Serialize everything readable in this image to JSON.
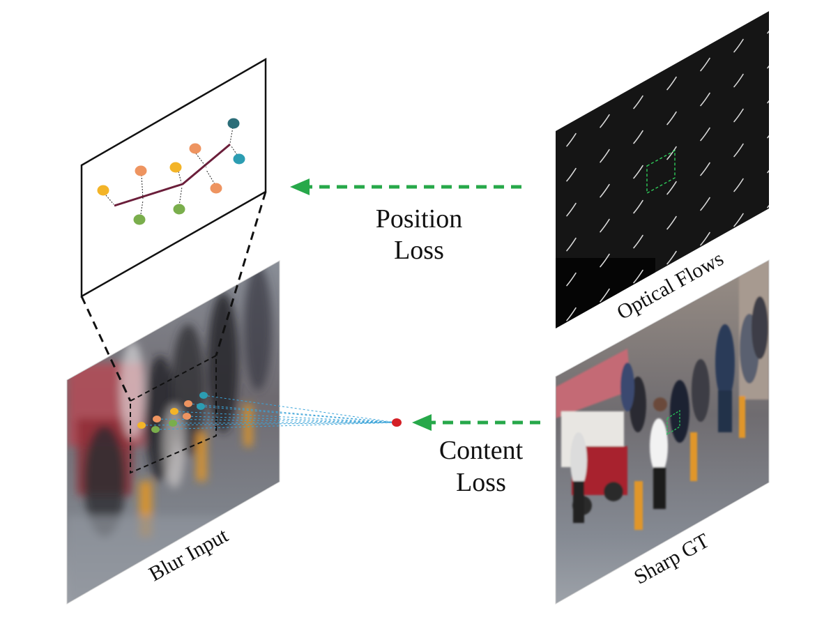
{
  "diagram": {
    "labels": {
      "position_loss": [
        "Position",
        "Loss"
      ],
      "content_loss": [
        "Content",
        "Loss"
      ],
      "optical_flows": "Optical Flows",
      "blur_input": "Blur Input",
      "sharp_gt": "Sharp GT"
    },
    "colors": {
      "arrow": "#27a84a",
      "trajectory": "#6b1e3a",
      "orange_dot": "#ee9460",
      "yellow_dot": "#f3b428",
      "green_dot": "#7aae4c",
      "teal_dot": "#2c9db2",
      "dark_teal_dot": "#2b6d78",
      "red_dot": "#d42027",
      "flow_bg": "#151515",
      "flow_line": "#d8d8d8",
      "sampling_lines": "#3aa3d8"
    }
  }
}
